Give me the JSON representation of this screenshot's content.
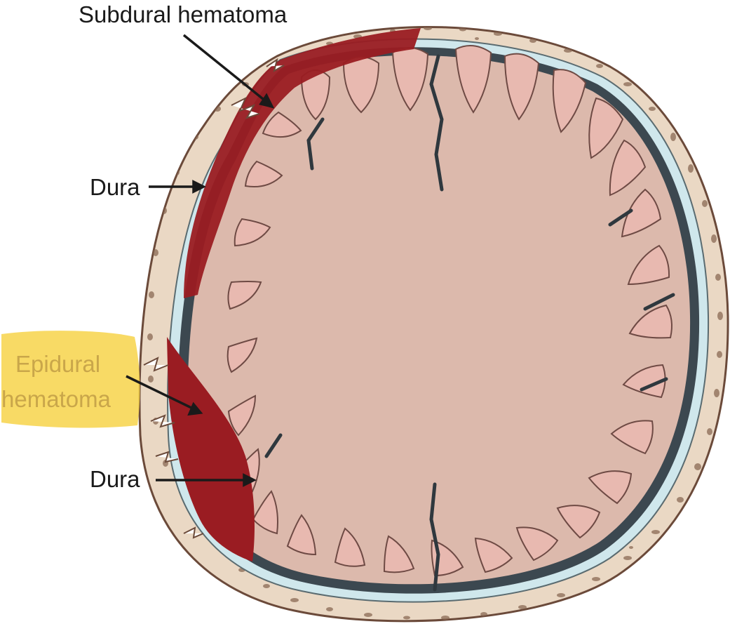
{
  "labels": {
    "subdural": "Subdural hematoma",
    "dura_upper": "Dura",
    "epidural_line1": "Epidural",
    "epidural_line2": "hematoma",
    "dura_lower": "Dura"
  },
  "colors": {
    "skull_bone": "#ead8c4",
    "skull_pores": "#8a6a55",
    "dura_membrane": "#cfe7ec",
    "subarachnoid": "#3c4850",
    "brain_surface": "#dcb9ac",
    "gyri_fill": "#e8b9b0",
    "gyri_outline": "#6e4a44",
    "hematoma": "#9a1c22",
    "highlight": "#f7d34a",
    "highlight_text": "#c9a64a",
    "text": "#1a1a1a"
  }
}
